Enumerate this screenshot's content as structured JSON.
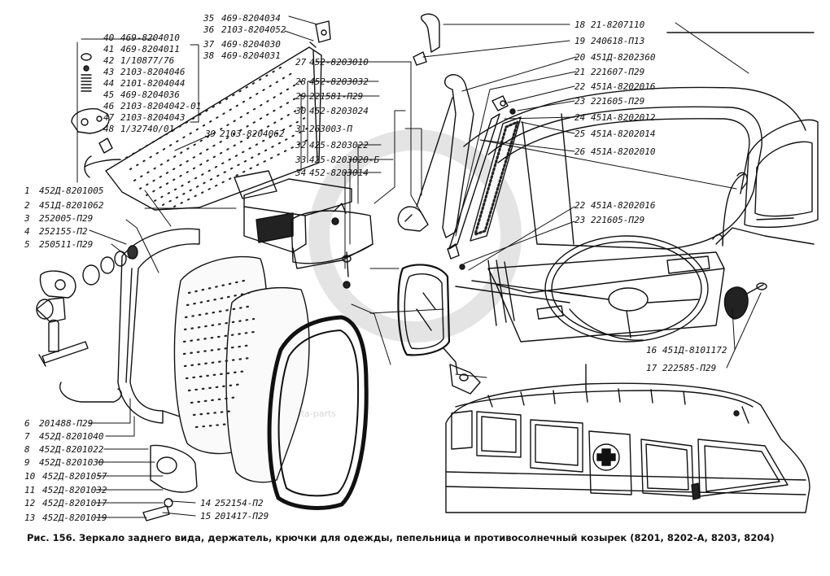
{
  "watermark": {
    "text": "data-parts"
  },
  "caption": "Рис. 156. Зеркало заднего вида, держатель, крючки для одежды, пепельница и противосолнечный козырек (8201, 8202-А, 8203, 8204)",
  "callouts_left": [
    {
      "no": "1",
      "part": "452Д-8201005"
    },
    {
      "no": "2",
      "part": "451Д-8201062"
    },
    {
      "no": "3",
      "part": "252005-П29"
    },
    {
      "no": "4",
      "part": "252155-П2"
    },
    {
      "no": "5",
      "part": "250511-П29"
    },
    {
      "no": "6",
      "part": "201488-П29"
    },
    {
      "no": "7",
      "part": "452Д-8201040"
    },
    {
      "no": "8",
      "part": "452Д-8201022"
    },
    {
      "no": "9",
      "part": "452Д-8201030"
    },
    {
      "no": "10",
      "part": "452Д-8201057"
    },
    {
      "no": "11",
      "part": "452Д-8201032"
    },
    {
      "no": "12",
      "part": "452Д-8201017"
    },
    {
      "no": "13",
      "part": "452Д-8201019"
    }
  ],
  "callouts_bottom": [
    {
      "no": "14",
      "part": "252154-П2"
    },
    {
      "no": "15",
      "part": "201417-П29"
    }
  ],
  "callouts_top_left": [
    {
      "no": "40",
      "part": "469-8204010"
    },
    {
      "no": "41",
      "part": "469-8204011"
    },
    {
      "no": "42",
      "part": "1/10877/76"
    },
    {
      "no": "43",
      "part": "2103-8204046"
    },
    {
      "no": "44",
      "part": "2101-8204044"
    },
    {
      "no": "45",
      "part": "469-8204036"
    },
    {
      "no": "46",
      "part": "2103-8204042-01"
    },
    {
      "no": "47",
      "part": "2103-8204043"
    },
    {
      "no": "48",
      "part": "1/32740/01"
    }
  ],
  "callouts_top_mid": [
    {
      "no": "35",
      "part": "469-8204034"
    },
    {
      "no": "36",
      "part": "2103-8204052"
    },
    {
      "no": "37",
      "part": "469-8204030"
    },
    {
      "no": "38",
      "part": "469-8204031"
    },
    {
      "no": "39",
      "part": "2103-8204062"
    }
  ],
  "callouts_center": [
    {
      "no": "27",
      "part": "452-8203010"
    },
    {
      "no": "28",
      "part": "452-8203032"
    },
    {
      "no": "29",
      "part": "221581-П29"
    },
    {
      "no": "30",
      "part": "452-8203024"
    },
    {
      "no": "31",
      "part": "263003-П"
    },
    {
      "no": "32",
      "part": "425-8203022"
    },
    {
      "no": "33",
      "part": "425-8203020-Б"
    },
    {
      "no": "34",
      "part": "452-8203014"
    }
  ],
  "callouts_right": [
    {
      "no": "18",
      "part": "21-8207110"
    },
    {
      "no": "19",
      "part": "240618-П13"
    },
    {
      "no": "20",
      "part": "451Д-8202360"
    },
    {
      "no": "21",
      "part": "221607-П29"
    },
    {
      "no": "22",
      "part": "451А-8202016"
    },
    {
      "no": "23",
      "part": "221605-П29"
    },
    {
      "no": "24",
      "part": "451А-8202012"
    },
    {
      "no": "25",
      "part": "451А-8202014"
    },
    {
      "no": "26",
      "part": "451А-8202010"
    }
  ],
  "callouts_right_mid": [
    {
      "no": "22",
      "part": "451А-8202016"
    },
    {
      "no": "23",
      "part": "221605-П29"
    }
  ],
  "callouts_right_low": [
    {
      "no": "16",
      "part": "451Д-8101172"
    },
    {
      "no": "17",
      "part": "222585-П29"
    }
  ]
}
